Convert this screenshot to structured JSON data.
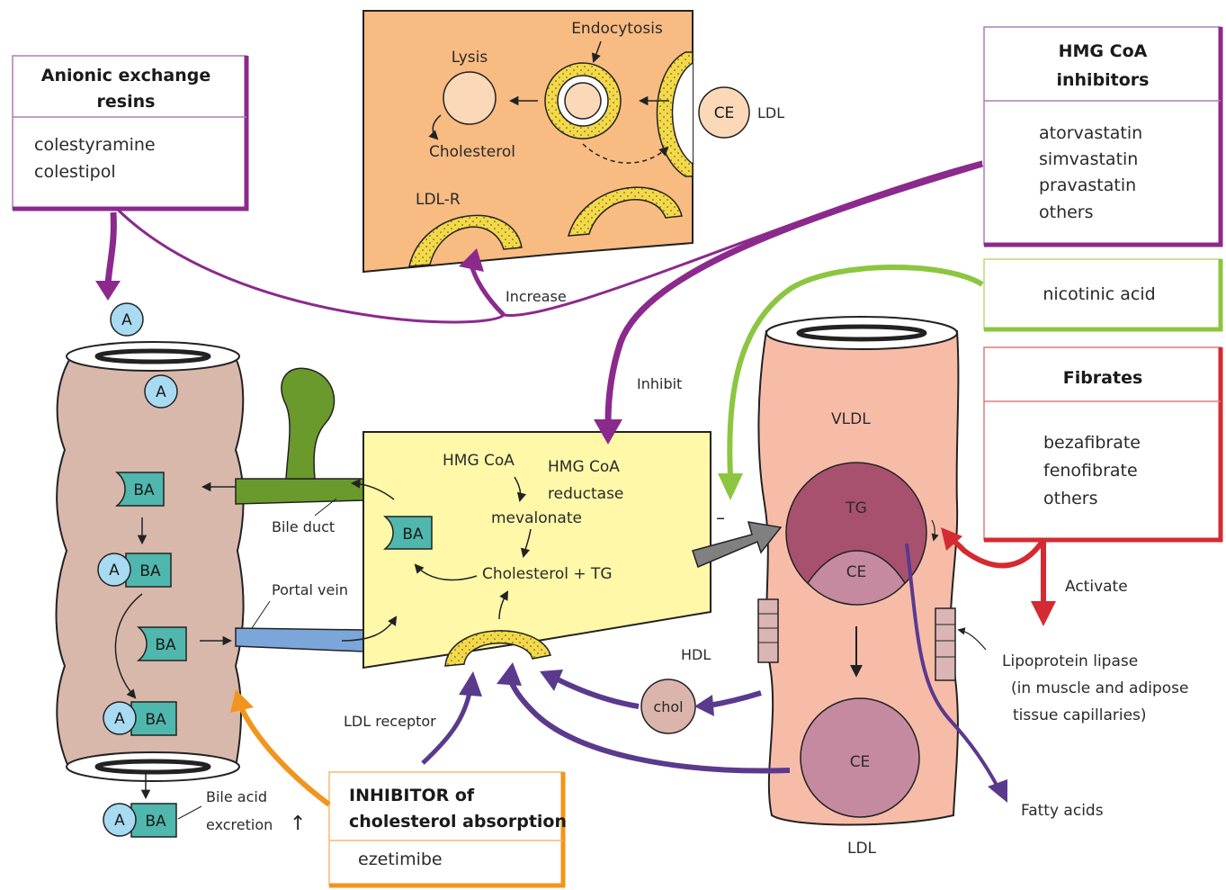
{
  "boxes": {
    "anionic": {
      "title_lines": [
        "Anionic exchange",
        "resins"
      ],
      "drugs": [
        "colestyramine",
        "colestipol"
      ]
    },
    "hmg": {
      "title_lines": [
        "HMG CoA",
        "inhibitors"
      ],
      "drugs": [
        "atorvastatin",
        "simvastatin",
        "pravastatin",
        "others"
      ]
    },
    "nicotinic": {
      "drugs": [
        "nicotinic acid"
      ]
    },
    "fibrates": {
      "title_lines": [
        "Fibrates"
      ],
      "drugs": [
        "bezafibrate",
        "fenofibrate",
        "others"
      ]
    },
    "ezetimibe": {
      "title_lines": [
        "INHIBITOR of",
        "cholesterol absorption"
      ],
      "drugs": [
        "ezetimibe"
      ]
    }
  },
  "hepatocyte_inset": {
    "endocytosis": "Endocytosis",
    "lysis": "Lysis",
    "cholesterol": "Cholesterol",
    "ce": "CE",
    "ldl": "LDL",
    "ldl_r": "LDL-R"
  },
  "liver": {
    "hmg_coa": "HMG CoA",
    "reductase_lines": [
      "HMG CoA",
      "reductase"
    ],
    "mevalonate": "mevalonate",
    "chol_tg": "Cholesterol + TG",
    "ba": "BA"
  },
  "intestine": {
    "a": "A",
    "ba": "BA",
    "bile_acid_excretion_lines": [
      "Bile acid",
      "excretion"
    ],
    "up_arrow": "↑"
  },
  "vessel": {
    "vldl": "VLDL",
    "tg": "TG",
    "ce": "CE",
    "ldl": "LDL",
    "hdl": "HDL",
    "chol": "chol",
    "minus": "–"
  },
  "labels": {
    "increase": "Increase",
    "inhibit": "Inhibit",
    "activate": "Activate",
    "bile_duct": "Bile duct",
    "portal_vein": "Portal vein",
    "ldl_receptor": "LDL receptor",
    "lipoprotein_lipase_lines": [
      "Lipoprotein lipase",
      "(in muscle and adipose",
      "tissue capillaries)"
    ],
    "fatty_acids": "Fatty acids"
  },
  "colors": {
    "purple": "#8b2a8c",
    "green": "#8cc640",
    "red": "#d42a32",
    "orange": "#f2951c",
    "indigo": "#5a3a8c",
    "hepatocyte": "#f8bb82",
    "liver": "#fff8a8",
    "intestine": "#d9b8ac",
    "vessel": "#f7bca8",
    "bile": "#6a9a2c",
    "portal": "#7ba6d9",
    "teal": "#4fb7ad",
    "lightblue": "#a8daf2"
  }
}
